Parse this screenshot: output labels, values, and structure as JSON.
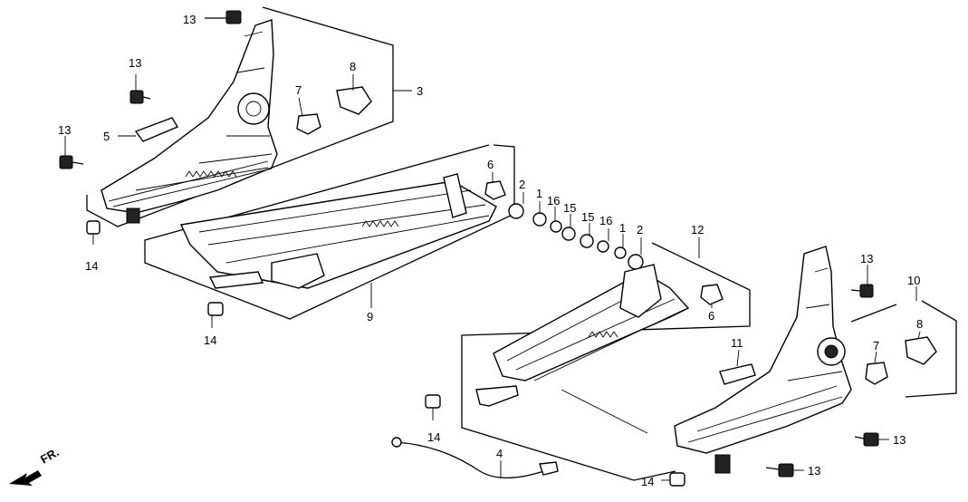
{
  "callouts": [
    {
      "id": "c-13-a",
      "label": "13"
    },
    {
      "id": "c-13-b",
      "label": "13"
    },
    {
      "id": "c-13-c",
      "label": "13"
    },
    {
      "id": "c-8-a",
      "label": "8"
    },
    {
      "id": "c-7-a",
      "label": "7"
    },
    {
      "id": "c-3",
      "label": "3"
    },
    {
      "id": "c-5",
      "label": "5"
    },
    {
      "id": "c-14-a",
      "label": "14"
    },
    {
      "id": "c-6-a",
      "label": "6"
    },
    {
      "id": "c-2-a",
      "label": "2"
    },
    {
      "id": "c-1-a",
      "label": "1"
    },
    {
      "id": "c-16-a",
      "label": "16"
    },
    {
      "id": "c-15-a",
      "label": "15"
    },
    {
      "id": "c-15-b",
      "label": "15"
    },
    {
      "id": "c-16-b",
      "label": "16"
    },
    {
      "id": "c-1-b",
      "label": "1"
    },
    {
      "id": "c-2-b",
      "label": "2"
    },
    {
      "id": "c-9",
      "label": "9"
    },
    {
      "id": "c-14-b",
      "label": "14"
    },
    {
      "id": "c-12",
      "label": "12"
    },
    {
      "id": "c-6-b",
      "label": "6"
    },
    {
      "id": "c-13-d",
      "label": "13"
    },
    {
      "id": "c-10",
      "label": "10"
    },
    {
      "id": "c-8-b",
      "label": "8"
    },
    {
      "id": "c-7-b",
      "label": "7"
    },
    {
      "id": "c-11",
      "label": "11"
    },
    {
      "id": "c-14-c",
      "label": "14"
    },
    {
      "id": "c-4",
      "label": "4"
    },
    {
      "id": "c-13-e",
      "label": "13"
    },
    {
      "id": "c-13-f",
      "label": "13"
    },
    {
      "id": "c-14-d",
      "label": "14"
    }
  ],
  "direction_marker": {
    "label": "FR."
  }
}
